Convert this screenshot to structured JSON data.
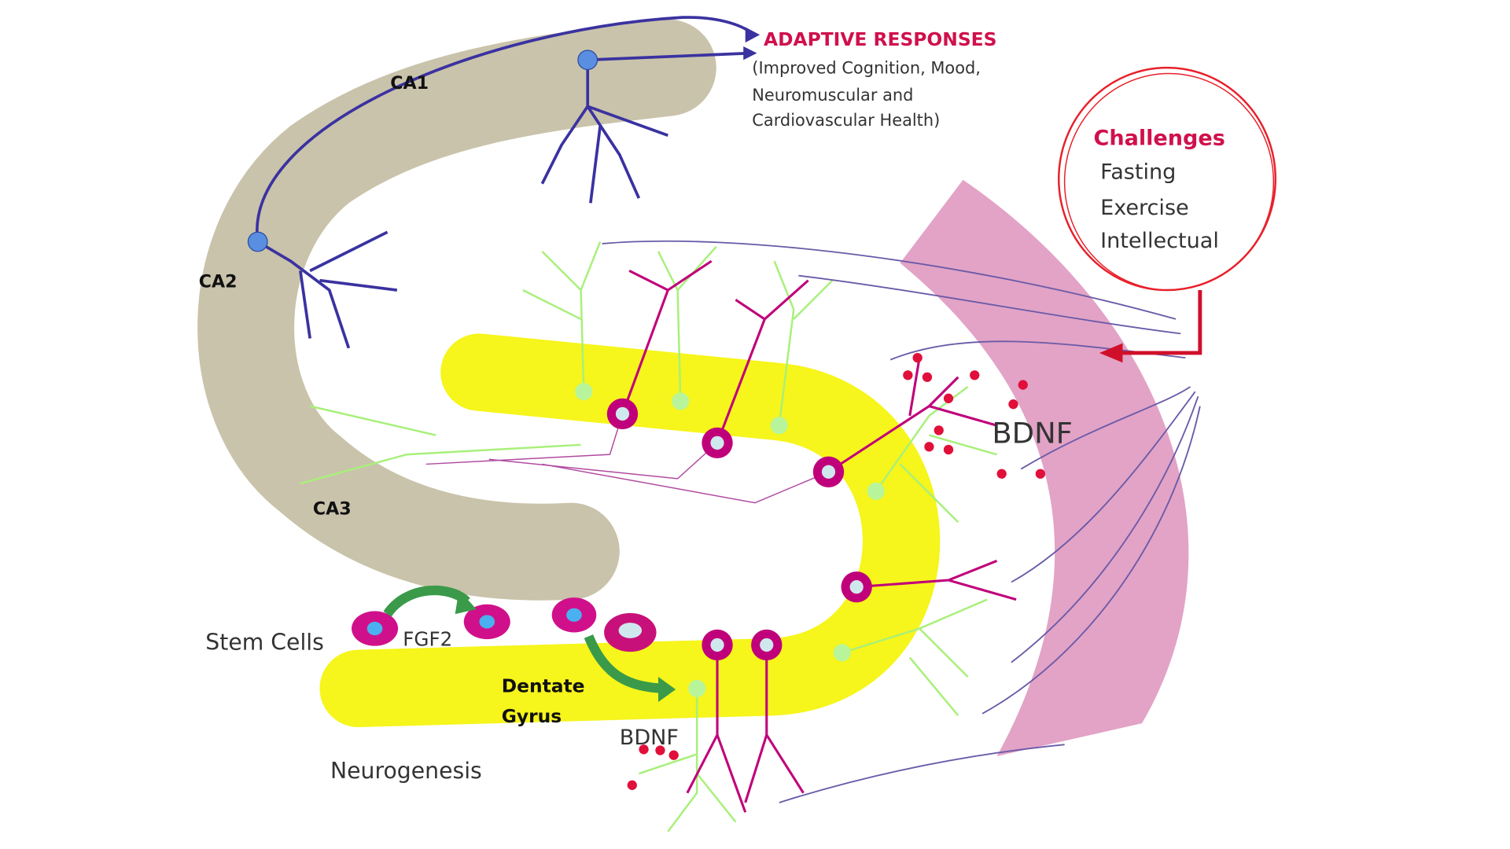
{
  "labels": {
    "ca1": "CA1",
    "ca2": "CA2",
    "ca3": "CA3",
    "stem_cells": "Stem Cells",
    "fgf2": "FGF2",
    "dentate": "Dentate",
    "gyrus": "Gyrus",
    "neurogenesis": "Neurogenesis",
    "bdnf_main": "BDNF",
    "bdnf_lower": "BDNF"
  },
  "adaptive": {
    "title": "ADAPTIVE RESPONSES",
    "lines": [
      "(Improved Cognition, Mood,",
      "Neuromuscular and",
      "Cardiovascular Health)"
    ]
  },
  "challenges": {
    "title": "Challenges",
    "items": [
      "Fasting",
      "Exercise",
      "Intellectual"
    ]
  },
  "colors": {
    "accent_red": "#d0104c",
    "hippocampus": "#c9c3ab",
    "dentate_gyrus": "#f6f51c",
    "cortex_band": "#e2a3c6",
    "neuron": "#c0007a",
    "dendrite_green": "#a8f07a",
    "axon_blue": "#3a32a0"
  }
}
